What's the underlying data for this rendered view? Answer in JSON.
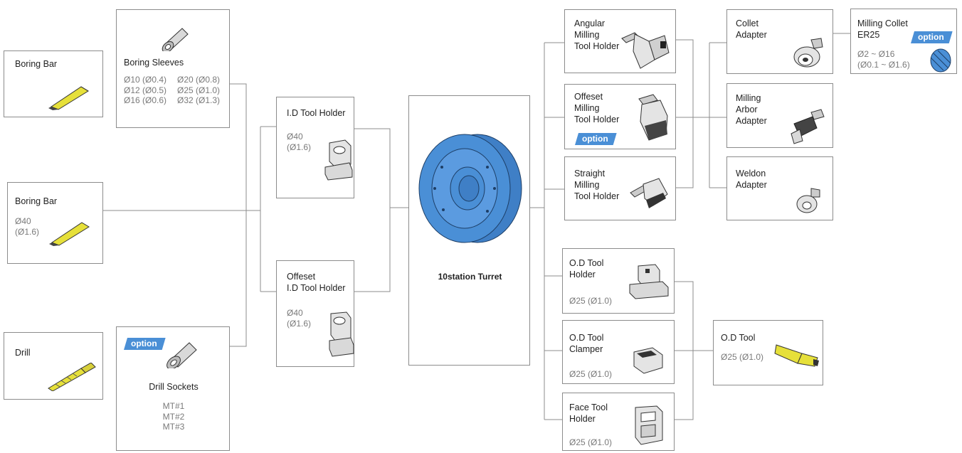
{
  "badge_label": "option",
  "colors": {
    "tool_yellow": "#e6e03a",
    "turret_blue": "#4a8fd6",
    "line": "#8c8c8c",
    "steel": "#d9d9d9"
  },
  "left": {
    "boring_bar_top": {
      "title": "Boring Bar",
      "icon": "boring-bar-icon"
    },
    "boring_sleeves": {
      "title": "Boring Sleeves",
      "col1": "Ø10 (Ø0.4)\nØ12 (Ø0.5)\nØ16 (Ø0.6)",
      "col2": "Ø20 (Ø0.8)\nØ25 (Ø1.0)\nØ32 (Ø1.3)",
      "icon": "sleeve-icon"
    },
    "boring_bar_mid": {
      "title": "Boring Bar",
      "spec": "Ø40\n(Ø1.6)",
      "icon": "boring-bar-icon"
    },
    "drill": {
      "title": "Drill",
      "icon": "drill-icon"
    },
    "drill_sockets": {
      "title": "Drill Sockets",
      "spec": "MT#1\nMT#2\nMT#3",
      "icon": "socket-icon"
    }
  },
  "middle": {
    "id_holder": {
      "title": "I.D Tool Holder",
      "spec": "Ø40\n(Ø1.6)",
      "icon": "id-holder-icon"
    },
    "offset_id_holder": {
      "title": "Offeset\nI.D Tool Holder",
      "spec": "Ø40\n(Ø1.6)",
      "icon": "offset-holder-icon"
    },
    "turret": {
      "title": "10station Turret",
      "icon": "turret-icon"
    }
  },
  "right": {
    "angular": {
      "title": "Angular\nMilling\nTool Holder",
      "icon": "angular-holder-icon"
    },
    "offset_milling": {
      "title": "Offeset\nMilling\nTool Holder",
      "icon": "offset-milling-icon"
    },
    "straight": {
      "title": "Straight\nMilling\nTool Holder",
      "icon": "straight-milling-icon"
    },
    "od_holder": {
      "title": "O.D Tool\nHolder",
      "spec": "Ø25 (Ø1.0)",
      "icon": "od-holder-icon"
    },
    "od_clamper": {
      "title": "O.D Tool\nClamper",
      "spec": "Ø25 (Ø1.0)",
      "icon": "clamper-icon"
    },
    "face_holder": {
      "title": "Face Tool\nHolder",
      "spec": "Ø25 (Ø1.0)",
      "icon": "face-holder-icon"
    }
  },
  "far_right": {
    "collet_adapter": {
      "title": "Collet\nAdapter",
      "icon": "collet-adapter-icon"
    },
    "milling_collet": {
      "title": "Milling Collet\nER25",
      "spec": "Ø2 ~ Ø16\n(Ø0.1 ~ Ø1.6)",
      "icon": "collet-icon"
    },
    "milling_arbor": {
      "title": "Milling\nArbor\nAdapter",
      "icon": "arbor-icon"
    },
    "weldon": {
      "title": "Weldon\nAdapter",
      "icon": "weldon-icon"
    },
    "od_tool": {
      "title": "O.D Tool",
      "spec": "Ø25 (Ø1.0)",
      "icon": "od-tool-icon"
    }
  }
}
